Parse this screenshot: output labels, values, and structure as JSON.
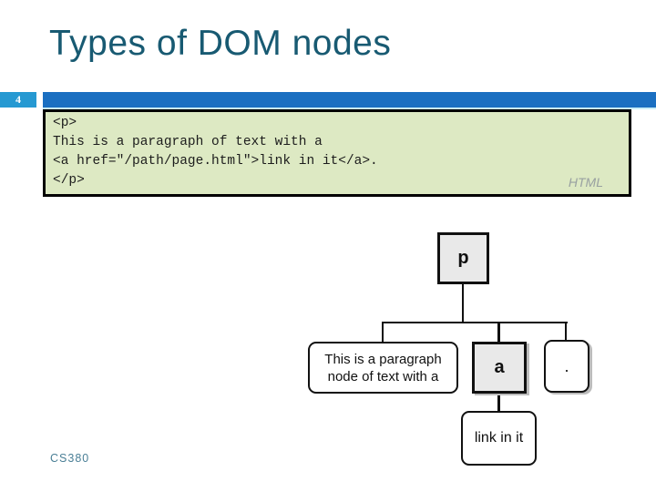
{
  "slide": {
    "title": "Types of DOM nodes",
    "slide_number": "4",
    "footer": "CS380"
  },
  "code_block": {
    "language_label": "HTML",
    "lines": [
      "<p>",
      "This is a paragraph of text with a",
      "<a href=\"/path/page.html\">link in it</a>.",
      "</p>"
    ]
  },
  "diagram": {
    "root_label": "p",
    "text_child_lines": [
      "This is a paragraph",
      "node of text with a"
    ],
    "element_child_label": "a",
    "period_child_label": ".",
    "grandchild_label": "link in it"
  },
  "colors": {
    "title_text": "#185a72",
    "header_bar": "#1b6fc1",
    "slide_number_badge": "#2699d2",
    "code_background": "#dde9c3",
    "element_node_fill": "#e9e9e9",
    "text_node_fill": "#ffffff"
  }
}
